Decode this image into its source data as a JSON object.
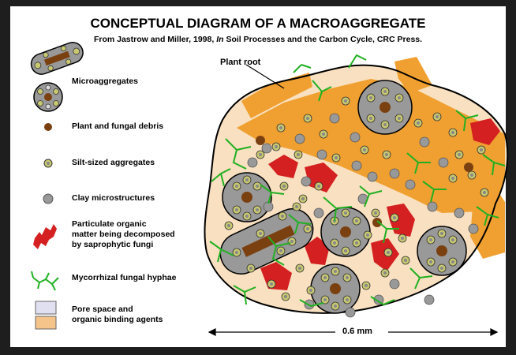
{
  "title": "CONCEPTUAL DIAGRAM OF A MACROAGGREGATE",
  "subtitle": {
    "before": "From Jastrow and Miller, 1998, ",
    "italic": "In",
    "after": " Soil Processes and the Carbon Cycle, CRC Press."
  },
  "legend": [
    {
      "label": "Microaggregates"
    },
    {
      "label": "Plant and fungal debris"
    },
    {
      "label": "Silt-sized aggregates"
    },
    {
      "label": "Clay microstructures"
    },
    {
      "label": "Particulate organic matter being decomposed by saprophytic fungi",
      "lines": [
        "Particulate organic",
        "matter being decomposed",
        "by saprophytic fungi"
      ]
    },
    {
      "label": "Mycorrhizal fungal hyphae"
    },
    {
      "label": "Pore space and organic binding agents",
      "lines": [
        "Pore space and",
        "organic binding agents"
      ]
    }
  ],
  "annotations": {
    "plant_root": "Plant root",
    "scale": "0.6 mm"
  },
  "colors": {
    "pore_space": "#e0e0f0",
    "binding_agents": "#f5c48a",
    "root": "#f0a030",
    "debris": "#7a4010",
    "silt_fill": "#c8c870",
    "clay": "#999999",
    "pom": "#d42020",
    "hyphae": "#22b022",
    "macro_fill": "#f8e0c0"
  }
}
